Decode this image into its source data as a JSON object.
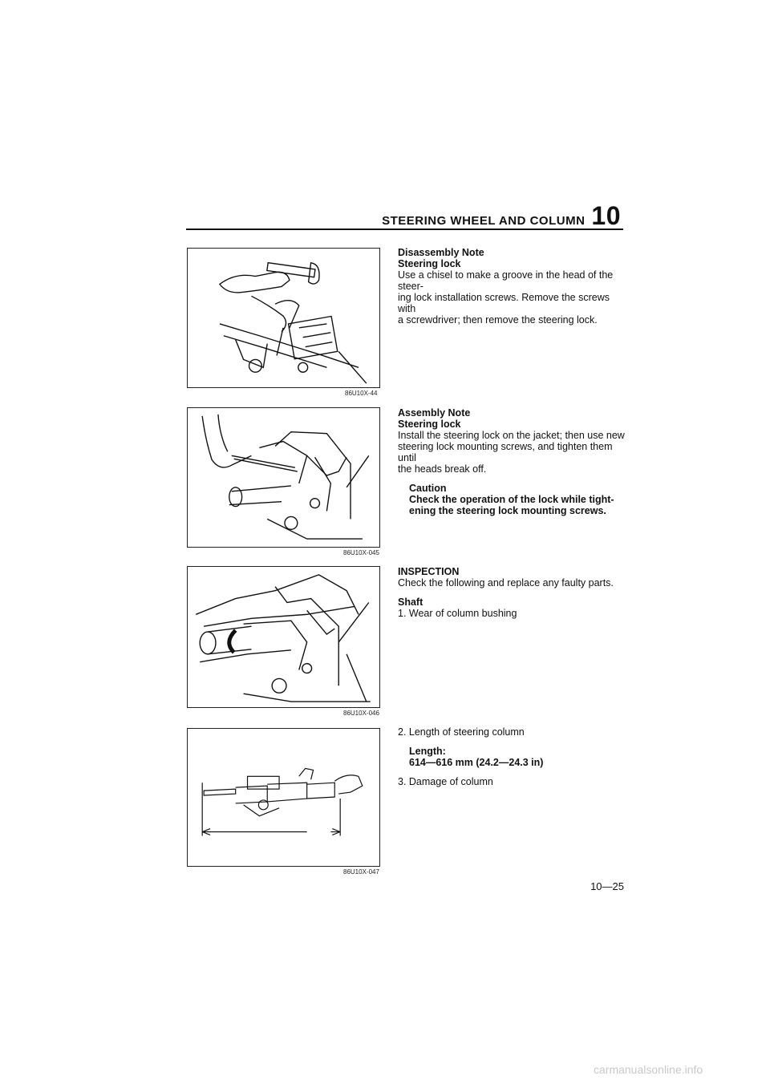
{
  "header": {
    "title": "STEERING WHEEL AND COLUMN",
    "chapter": "10"
  },
  "figures": [
    {
      "code": "86U10X-44"
    },
    {
      "code": "86U10X-045"
    },
    {
      "code": "86U10X-046"
    },
    {
      "code": "86U10X-047"
    }
  ],
  "sections": {
    "disassembly": {
      "heading": "Disassembly Note",
      "subheading": "Steering lock",
      "body_line1": "Use a chisel to make a groove in the head of the steer-",
      "body_line2": "ing lock installation screws. Remove the screws with",
      "body_line3": "a screwdriver; then remove the steering lock."
    },
    "assembly": {
      "heading": "Assembly Note",
      "subheading": "Steering lock",
      "body_line1": "Install the steering lock on the jacket; then use new",
      "body_line2": "steering lock mounting screws, and tighten them until",
      "body_line3": "the heads break off.",
      "caution_label": "Caution",
      "caution_line1": "Check the operation of the lock while tight-",
      "caution_line2": "ening the steering lock mounting screws."
    },
    "inspection": {
      "heading": "INSPECTION",
      "intro": "Check the following and replace any faulty parts.",
      "shaft_label": "Shaft",
      "item1": "1. Wear of column bushing"
    },
    "length": {
      "item2": "2. Length of steering column",
      "spec_label": "Length:",
      "spec_value": "614—616 mm (24.2—24.3 in)",
      "item3": "3. Damage of column"
    }
  },
  "page_number": "10—25",
  "watermark": "carmanualsonline.info"
}
